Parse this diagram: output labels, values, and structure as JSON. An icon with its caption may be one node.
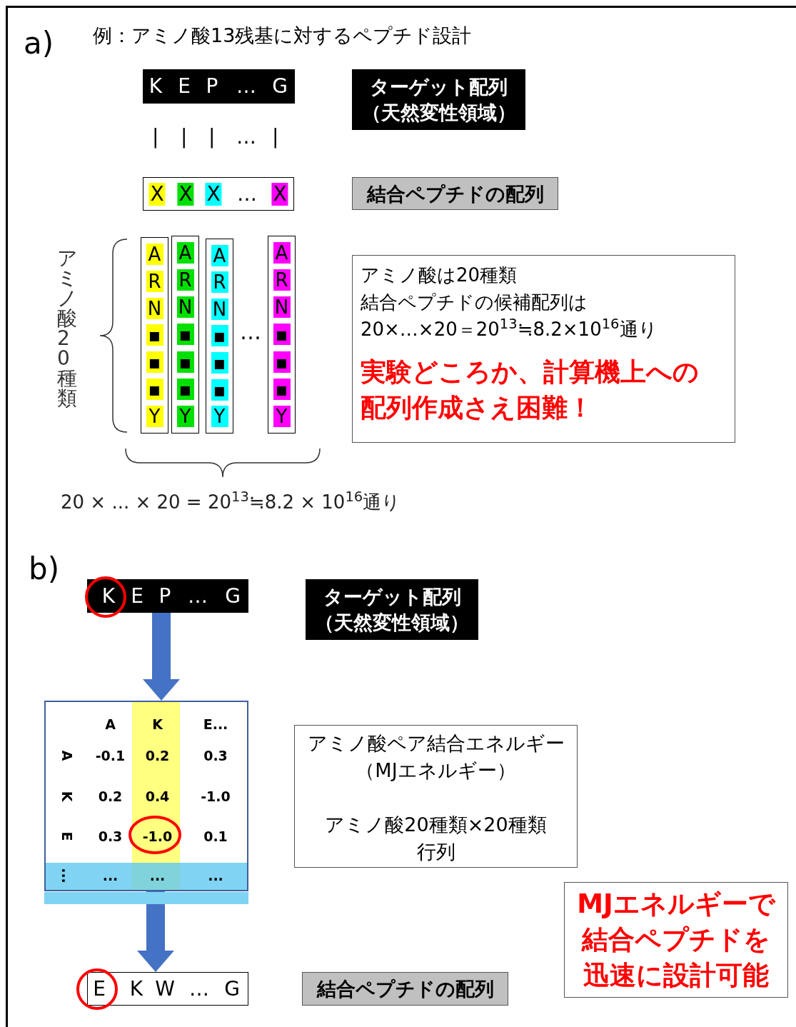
{
  "diagram": {
    "nodes": [
      {
        "text": [
          "K",
          "E",
          "P",
          "…",
          "G"
        ]
      },
      {
        "text": [
          "ターゲット配列（天然変性領域）"
        ]
      },
      {
        "text": [
          "X",
          "X",
          "X",
          "…",
          "X"
        ]
      },
      {
        "text": [
          "結合ペプチドの配列"
        ]
      },
      {
        "text": [
          "A",
          "R",
          "N",
          "▪",
          "▪",
          "▪",
          "Y"
        ]
      },
      {
        "text": [
          "A",
          "R",
          "N",
          "▪",
          "▪",
          "▪",
          "Y"
        ]
      },
      {
        "text": [
          "A",
          "R",
          "N",
          "▪",
          "▪",
          "▪",
          "Y"
        ]
      },
      {
        "text": [
          "A",
          "R",
          "N",
          "▪",
          "▪",
          "▪",
          "Y"
        ]
      },
      {
        "text": [
          "アミノ酸は20種類",
          "結合ペプチドの候補配列は",
          "20×…×20＝20$^{13}$≒8.2×10$^{16}$通り",
          "実験どころか、計算機上への配列作成さえ困難！"
        ]
      },
      {
        "text": [
          "K",
          "E",
          "P",
          "…",
          "G"
        ]
      },
      {
        "text": [
          "ターゲット配列（天然変性領域）"
        ]
      },
      {
        "text": [
          "A",
          "K",
          "E...",
          "A",
          "-0.1",
          "0.2",
          "0.3",
          "K",
          "0.2",
          "0.4",
          "-1.0",
          "E",
          "0.3",
          "-1.0",
          "0.1",
          "...",
          "...",
          "...",
          "..."
        ]
      },
      {
        "text": [
          "アミノ酸ペア結合エネルギー（MJエネルギー）",
          "アミノ酸20種類×20種類行列"
        ]
      },
      {
        "text": [
          "E",
          "K",
          "W",
          "…",
          "G"
        ]
      },
      {
        "text": [
          "結合ペプチドの配列"
        ]
      },
      {
        "text": [
          "MJエネルギーで結合ペプチドを迅速に設計可能"
        ]
      }
    ],
    "edges": [
      {
        "from": 9,
        "to": 11,
        "arrow": "to",
        "color": "#4472c4"
      },
      {
        "from": 11,
        "to": 13,
        "arrow": "to",
        "color": "#4472c4"
      }
    ],
    "labels": [
      "a)",
      "例：アミノ酸13残基に対するペプチド設計",
      "|",
      "|",
      "|",
      "…",
      "|",
      "アミノ酸20種類",
      "…",
      "20 × ... × 20 = 20$^{13}$≒8.2 × 10$^{16}$通り",
      "b)"
    ]
  }
}
